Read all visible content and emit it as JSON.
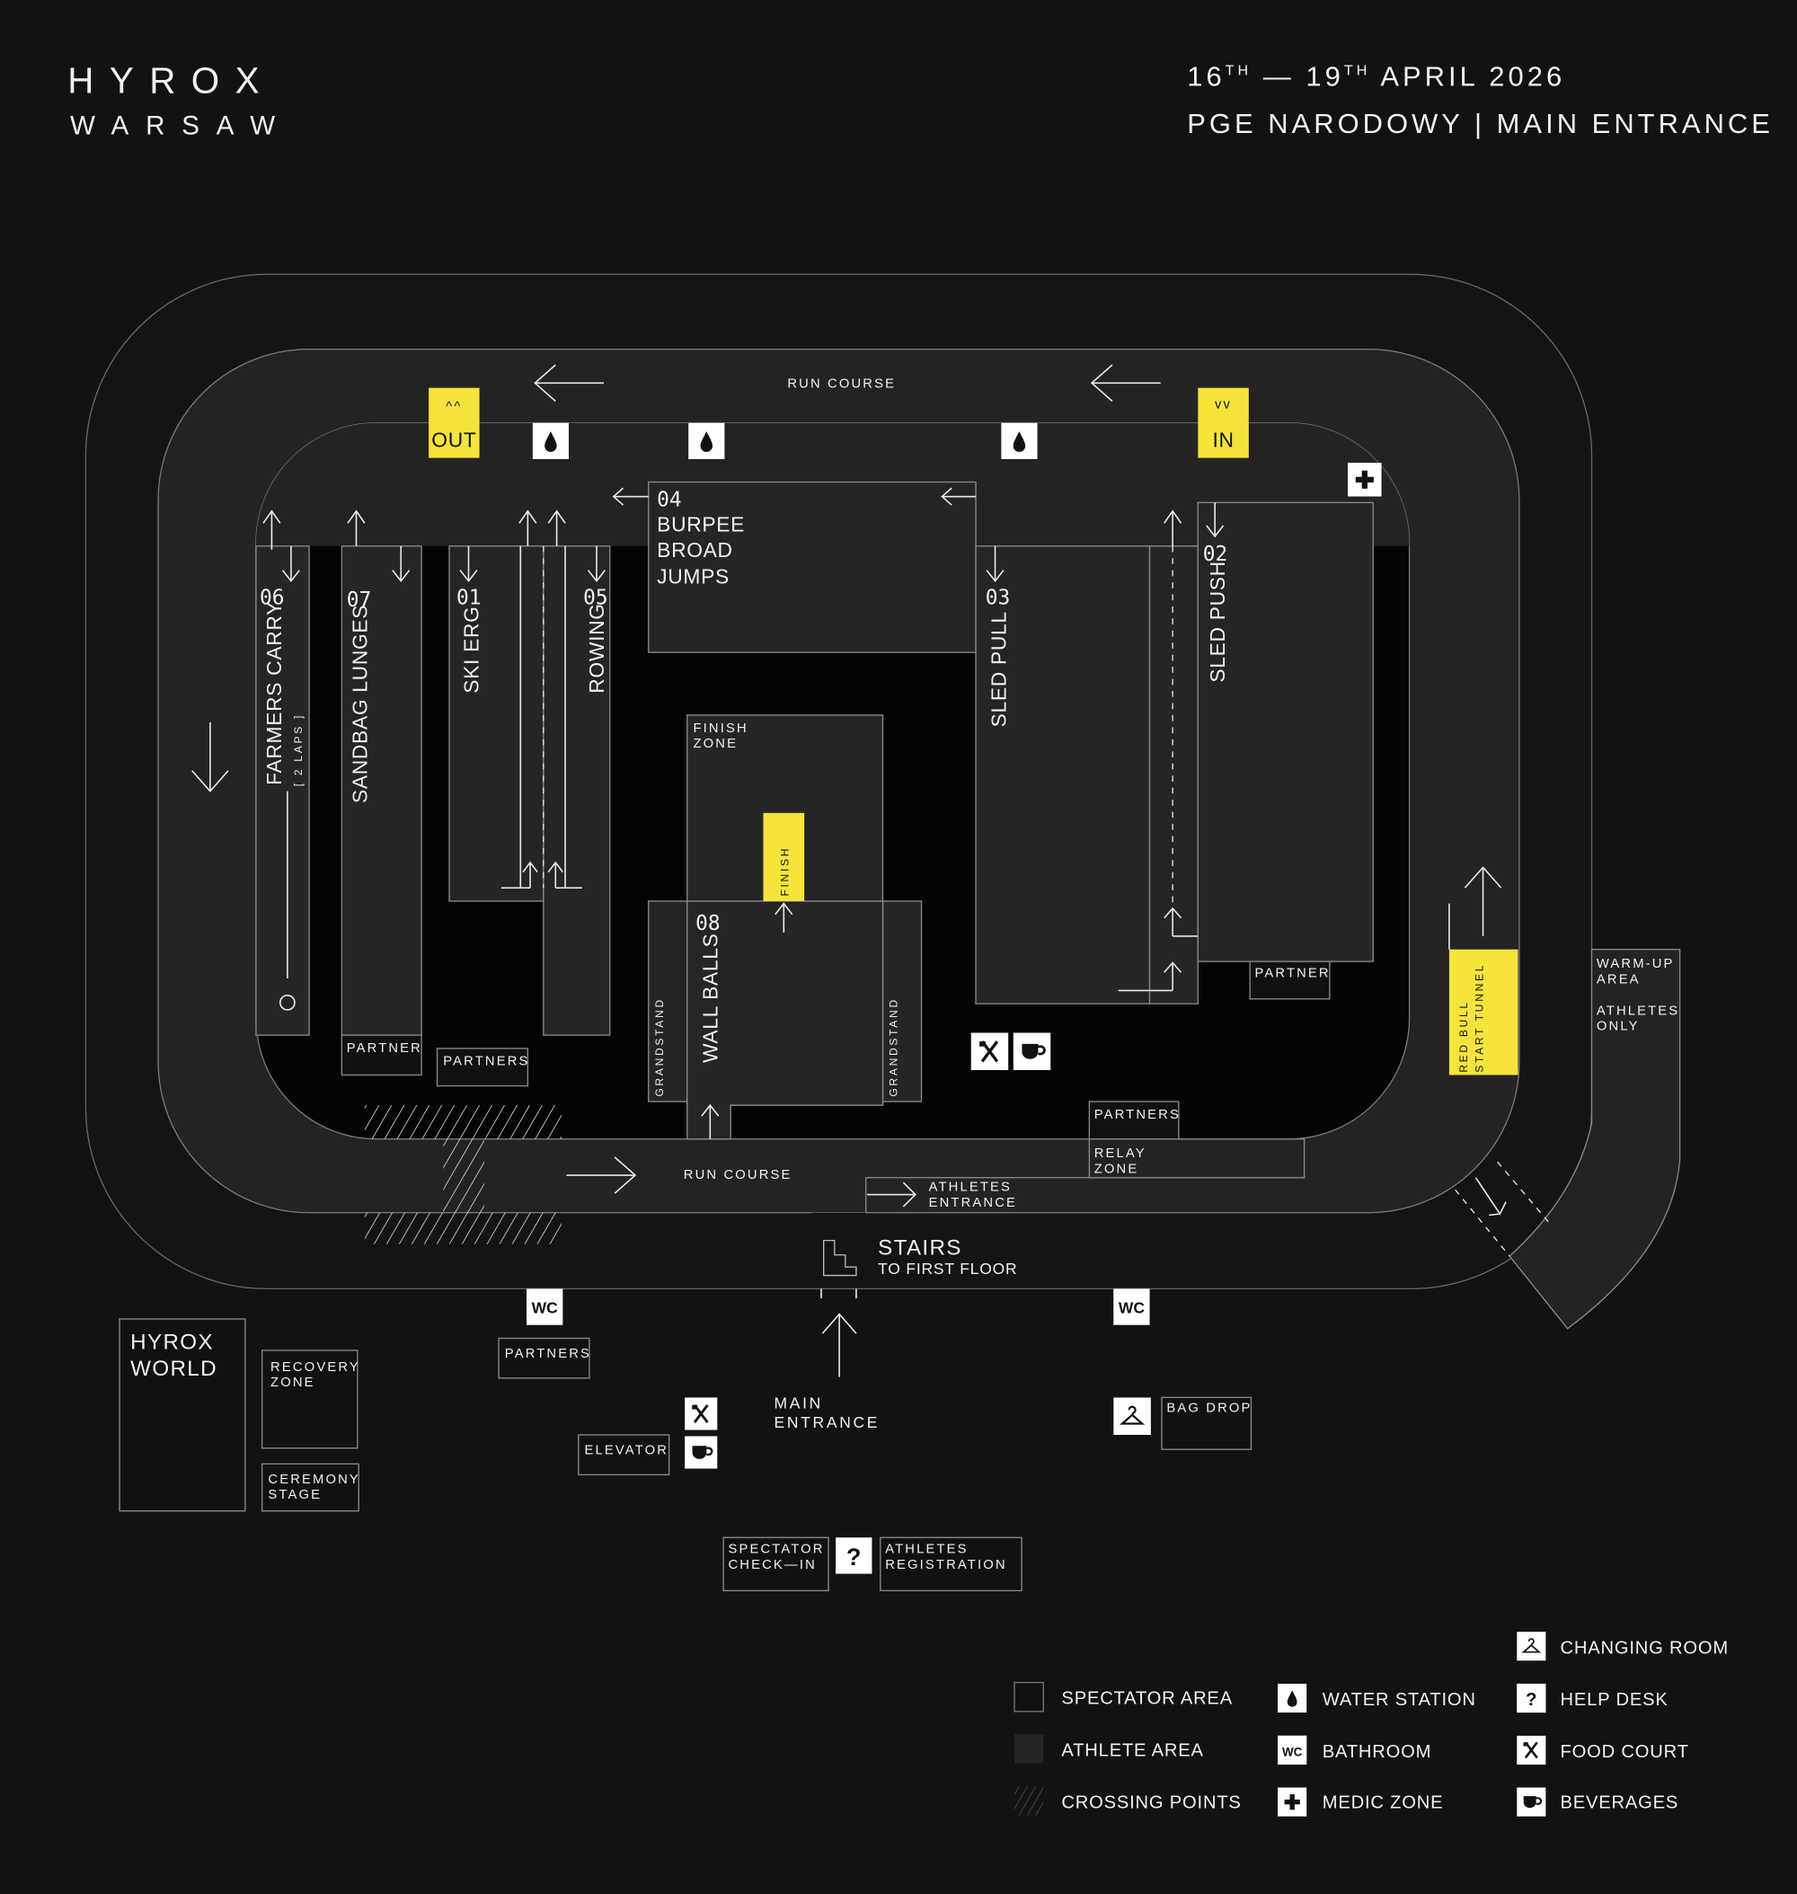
{
  "header": {
    "title": "HYROX",
    "city": "WARSAW",
    "date_start": "16",
    "date_start_suffix": "TH",
    "date_sep": " — 19",
    "date_end_suffix": "TH",
    "date_rest": " APRIL 2026",
    "venue": "PGE NARODOWY | MAIN ENTRANCE"
  },
  "course": {
    "run_course_top": "RUN COURSE",
    "run_course_bottom": "RUN COURSE",
    "out_label": "OUT",
    "out_chevrons": "^^",
    "in_label": "IN",
    "in_chevrons": "vv",
    "finish_label": "FINISH",
    "finish_zone_1": "FINISH",
    "finish_zone_2": "ZONE"
  },
  "stations": {
    "s06": {
      "num": "06",
      "name": "FARMERS CARRY",
      "note": "[ 2 LAPS ]"
    },
    "s07": {
      "num": "07",
      "name": "SANDBAG LUNGES"
    },
    "s01": {
      "num": "01",
      "name": "SKI ERG"
    },
    "s05": {
      "num": "05",
      "name": "ROWING"
    },
    "s04": {
      "num": "04",
      "line1": "BURPEE",
      "line2": "BROAD",
      "line3": "JUMPS"
    },
    "s03": {
      "num": "03",
      "name": "SLED PULL"
    },
    "s02": {
      "num": "02",
      "name": "SLED PUSH"
    },
    "s08": {
      "num": "08",
      "name": "WALL BALLS"
    }
  },
  "zones": {
    "grandstand": "GRANDSTAND",
    "partner": "PARTNER",
    "partners": "PARTNERS",
    "relay_1": "RELAY",
    "relay_2": "ZONE",
    "athletes_entrance_1": "ATHLETES",
    "athletes_entrance_2": "ENTRANCE",
    "tunnel_1": "RED BULL",
    "tunnel_2": "START TUNNEL",
    "warmup_1": "WARM-UP",
    "warmup_2": "AREA",
    "warmup_3": "ATHLETES",
    "warmup_4": "ONLY",
    "stairs": "STAIRS",
    "stairs_sub": "TO FIRST FLOOR",
    "wc": "WC",
    "hyrox_world_1": "HYROX",
    "hyrox_world_2": "WORLD",
    "recovery_1": "RECOVERY",
    "recovery_2": "ZONE",
    "ceremony_1": "CEREMONY",
    "ceremony_2": "STAGE",
    "elevator": "ELEVATOR",
    "main_entrance_1": "MAIN",
    "main_entrance_2": "ENTRANCE",
    "bag_drop": "BAG DROP",
    "spectator_1": "SPECTATOR",
    "spectator_2": "CHECK—IN",
    "athletes_reg_1": "ATHLETES",
    "athletes_reg_2": "REGISTRATION",
    "help": "?"
  },
  "legend": {
    "spectator_area": "SPECTATOR AREA",
    "athlete_area": "ATHLETE AREA",
    "crossing_points": "CROSSING POINTS",
    "water_station": "WATER STATION",
    "bathroom": "BATHROOM",
    "bathroom_icon": "WC",
    "medic_zone": "MEDIC ZONE",
    "changing_room": "CHANGING ROOM",
    "help_desk": "HELP DESK",
    "help_icon": "?",
    "food_court": "FOOD COURT",
    "beverages": "BEVERAGES"
  },
  "colors": {
    "accent": "#f7e43a",
    "background": "#121213",
    "athlete_area": "#242424",
    "inner": "#040404"
  }
}
